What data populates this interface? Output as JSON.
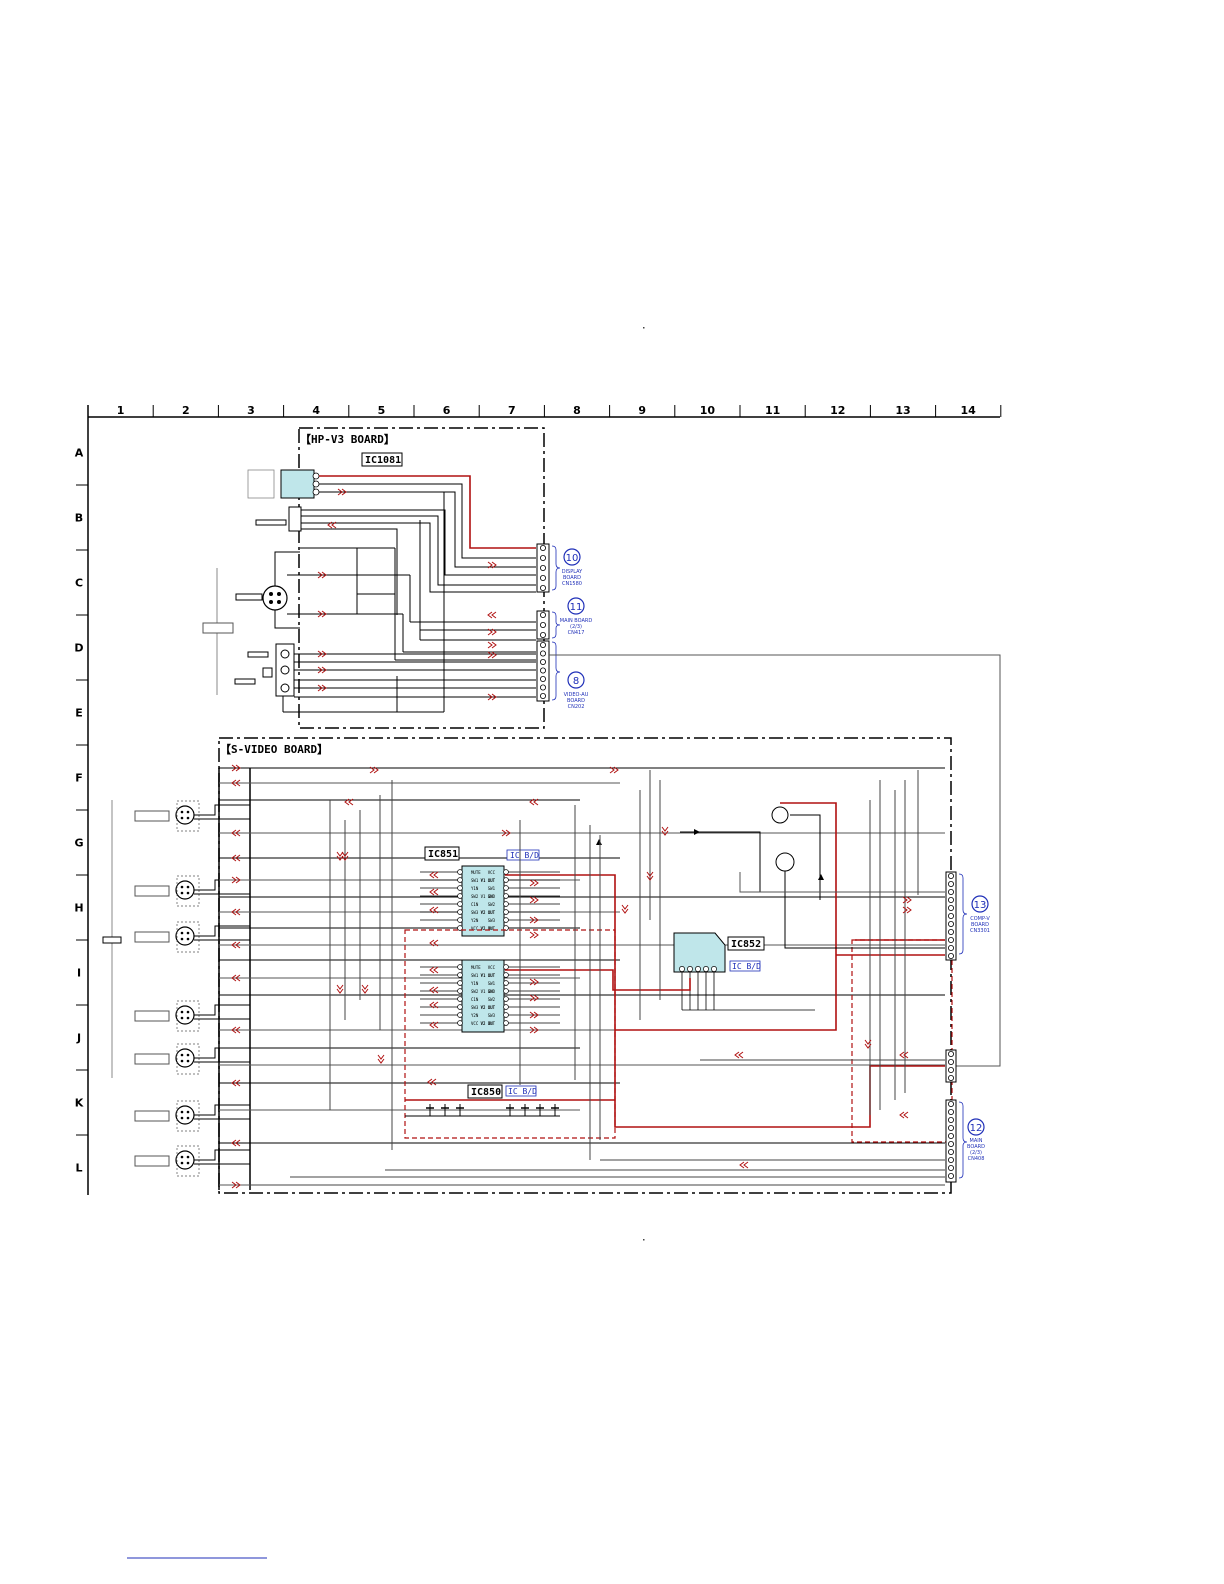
{
  "grid": {
    "columns": [
      "1",
      "2",
      "3",
      "4",
      "5",
      "6",
      "7",
      "8",
      "9",
      "10",
      "11",
      "12",
      "13",
      "14"
    ],
    "rows": [
      "A",
      "B",
      "C",
      "D",
      "E",
      "F",
      "G",
      "H",
      "I",
      "J",
      "K",
      "L"
    ]
  },
  "boards": {
    "hp_v3": {
      "title": "【HP-V3 BOARD】"
    },
    "s_video": {
      "title": "【S-VIDEO BOARD】"
    }
  },
  "ics": [
    {
      "id": "IC1081",
      "label": "IC1081"
    },
    {
      "id": "IC851",
      "label": "IC851",
      "badge": "IC B/D"
    },
    {
      "id": "IC852",
      "label": "IC852",
      "badge": "IC B/D"
    },
    {
      "id": "IC850",
      "label": "IC850",
      "badge": "IC B/D"
    }
  ],
  "connectors": [
    {
      "num": "10",
      "lines": [
        "DISPLAY",
        "BOARD",
        "CN1580"
      ]
    },
    {
      "num": "11",
      "lines": [
        "MAIN BOARD",
        "(2/3)",
        "CN417"
      ]
    },
    {
      "num": "8",
      "lines": [
        "VIDEO-AU",
        "BOARD",
        "CN202"
      ]
    },
    {
      "num": "13",
      "lines": [
        "COMP-V",
        "BOARD",
        "CN3301"
      ]
    },
    {
      "num": "12",
      "lines": [
        "MAIN",
        "BOARD",
        "(2/3)",
        "CN408"
      ]
    }
  ],
  "ic851_pins_left": [
    "MUTE",
    "SW1 V1 OUT",
    "Y1N",
    "SW2 V1 IN",
    "C1N",
    "SW3 V2 OUT",
    "Y2N",
    "VCC V2 IN"
  ],
  "ic851_pins_right": [
    "VCC",
    "Y1 OUT",
    "SW1",
    "GND",
    "SW2",
    "Y2 OUT",
    "SW3",
    "V2 OUT"
  ],
  "colors": {
    "wire": "#000000",
    "wire_light": "#555555",
    "signal": "#b01010",
    "ic_fill": "#bfe6ea",
    "label_blue": "#1f2fb8"
  }
}
